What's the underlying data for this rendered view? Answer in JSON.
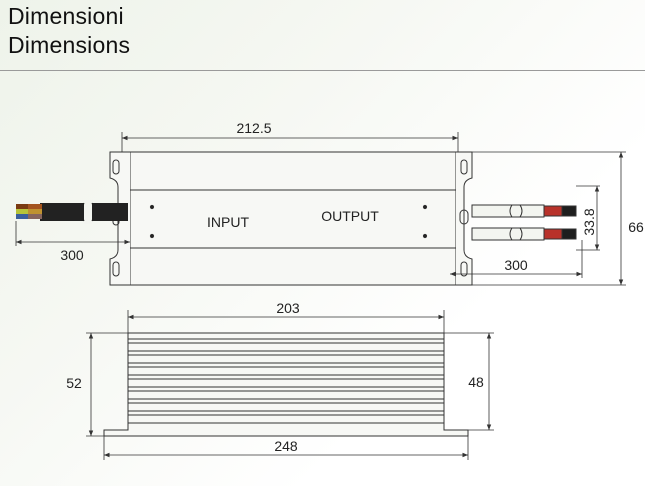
{
  "header": {
    "title_it": "Dimensioni",
    "title_en": "Dimensions"
  },
  "top_view": {
    "label_input": "INPUT",
    "label_output": "OUTPUT",
    "dim_width": "212.5",
    "dim_cable_left": "300",
    "dim_cable_right": "300",
    "dim_cable_spacing": "33.8",
    "dim_height": "66"
  },
  "side_view": {
    "dim_top": "203",
    "dim_left": "52",
    "dim_right": "48",
    "dim_bottom": "248"
  }
}
